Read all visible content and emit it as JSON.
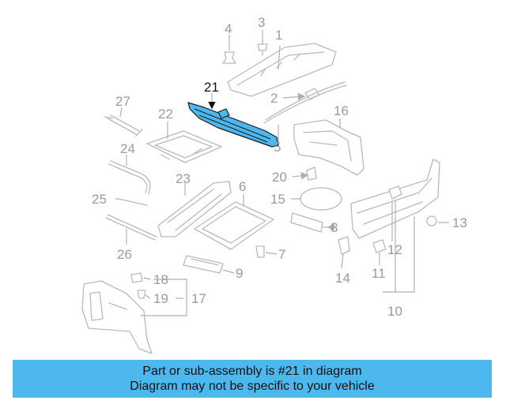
{
  "diagram": {
    "highlighted_part": "21",
    "callouts": {
      "c1": "1",
      "c2": "2",
      "c3": "3",
      "c4": "4",
      "c5": "5",
      "c6": "6",
      "c7": "7",
      "c8": "8",
      "c9": "9",
      "c10": "10",
      "c11": "11",
      "c12": "12",
      "c13": "13",
      "c14": "14",
      "c15": "15",
      "c16": "16",
      "c17": "17",
      "c18": "18",
      "c19": "19",
      "c20": "20",
      "c21": "21",
      "c22": "22",
      "c23": "23",
      "c24": "24",
      "c25": "25",
      "c26": "26",
      "c27": "27"
    }
  },
  "banner": {
    "line1": "Part or sub-assembly is #21 in diagram",
    "line2": "Diagram may not be specific to your vehicle"
  },
  "colors": {
    "highlight": "#4db8ee",
    "banner_bg": "#4db8ee",
    "line_art": "#b9b9b9"
  }
}
